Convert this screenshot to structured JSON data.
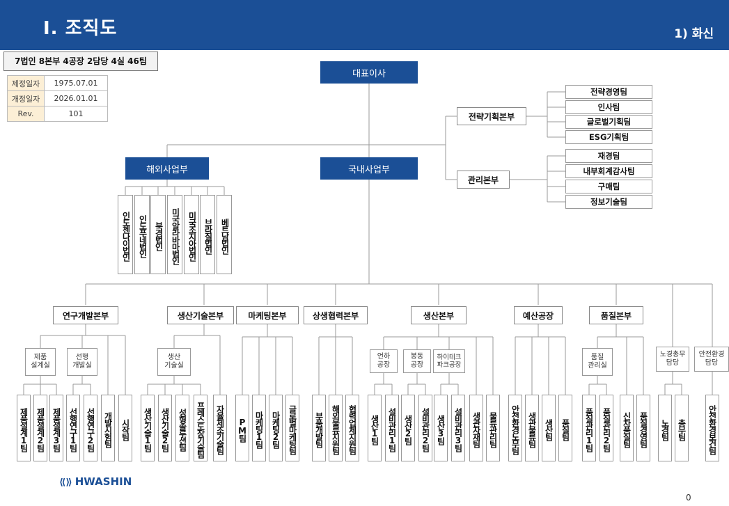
{
  "header": {
    "title": "Ⅰ. 조직도",
    "subtitle": "1) 화신"
  },
  "summary": "7법인 8본부 4공장 2담당 4실 46팀",
  "info": [
    {
      "key": "제정일자",
      "value": "1975.07.01"
    },
    {
      "key": "개정일자",
      "value": "2026.01.01"
    },
    {
      "key": "Rev.",
      "value": "101"
    }
  ],
  "ceo": "대표이사",
  "overseas": "해외사업부",
  "domestic": "국내사업부",
  "strategy": {
    "name": "전략기획본부",
    "teams": [
      "전략경영팀",
      "인사팀",
      "글로벌기획팀",
      "ESG기획팀"
    ]
  },
  "management": {
    "name": "관리본부",
    "teams": [
      "재경팀",
      "내부회계감사팀",
      "구매팀",
      "정보기술팀"
    ]
  },
  "corporations": [
    "인도첸나이법인",
    "인도푸네법인",
    "북경법인",
    "미국알라바마법인",
    "미국조지아법인",
    "브라질법인",
    "베트남법인"
  ],
  "divisions": [
    "연구개발본부",
    "생산기술본부",
    "마케팅본부",
    "상생협력본부",
    "생산본부",
    "예산공장",
    "품질본부"
  ],
  "offices": [
    "제품\n설계실",
    "선행\n개발실",
    "생산\n기술실",
    "언하\n공장",
    "봉동\n공장",
    "하이테크\n파크공장",
    "품질\n관리실",
    "노경총무\n담당",
    "안전환경\n담당"
  ],
  "teams": [
    "제품설계1팀",
    "제품설계2팀",
    "제품설계3팀",
    "선행연구1팀",
    "선행연구2팀",
    "개발시험팀",
    "시작팀",
    "생산기술1팀",
    "생산기술2팀",
    "성형솔루션팀",
    "프레스도장기술팀",
    "자율제조기술팀",
    "PM팀",
    "마케팅1팀",
    "마케팅2팀",
    "글로벌마케팅팀",
    "부품개발팀",
    "해외물류지원팀",
    "협력업체지원팀",
    "생산1팀",
    "설비관리1팀",
    "생산2팀",
    "설비관리2팀",
    "생산3팀",
    "설비관리3팀",
    "생관자재팀",
    "물류관리팀",
    "안전환경노무팀",
    "생관물류팀",
    "생산팀",
    "품질팀",
    "품질관리1팀",
    "품질관리2팀",
    "신차품질팀",
    "품질경영팀",
    "노경팀",
    "총무팀",
    "안전환경보건팀"
  ],
  "footer": {
    "logo": "HWASHIN",
    "page": "0"
  },
  "colors": {
    "header": "#1b4f96",
    "info_key_bg": "#fcefd6"
  }
}
